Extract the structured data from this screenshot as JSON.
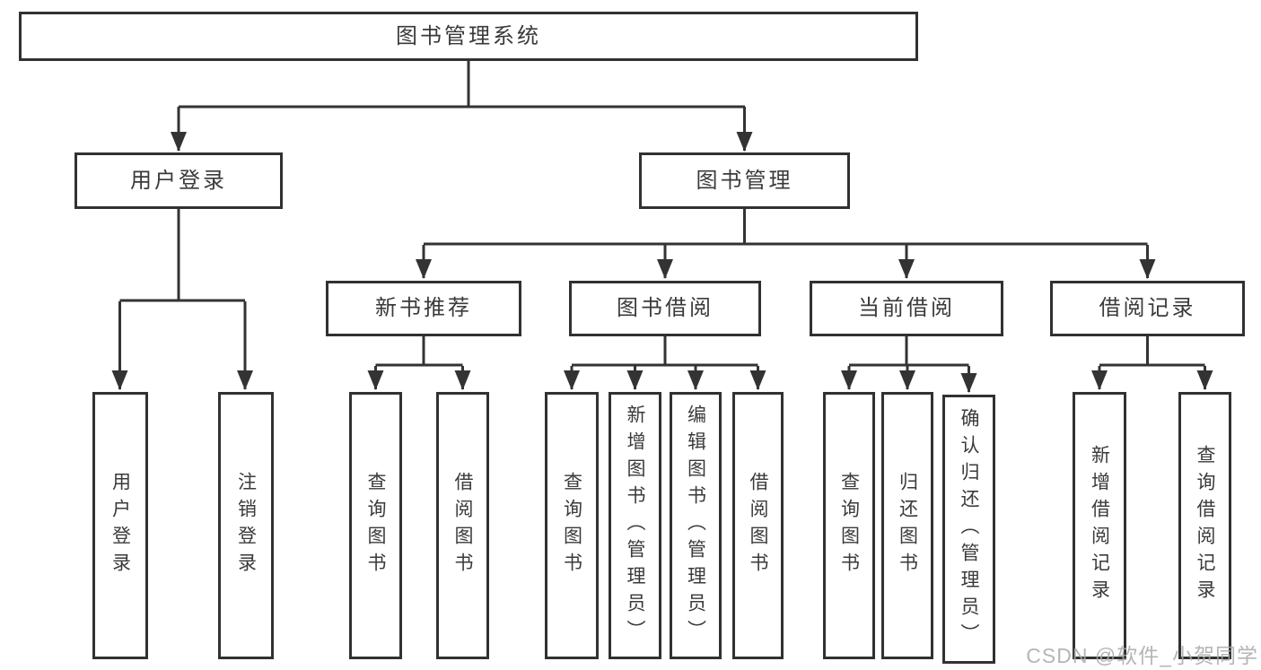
{
  "tree": {
    "label": "图书管理系统",
    "children": [
      {
        "label": "用户登录",
        "children": [
          {
            "label": "用户登录"
          },
          {
            "label": "注销登录"
          }
        ]
      },
      {
        "label": "图书管理",
        "children": [
          {
            "label": "新书推荐",
            "children": [
              {
                "label": "查询图书"
              },
              {
                "label": "借阅图书"
              }
            ]
          },
          {
            "label": "图书借阅",
            "children": [
              {
                "label": "查询图书"
              },
              {
                "label": "新增图书（管理员）"
              },
              {
                "label": "编辑图书（管理员）"
              },
              {
                "label": "借阅图书"
              }
            ]
          },
          {
            "label": "当前借阅",
            "children": [
              {
                "label": "查询图书"
              },
              {
                "label": "归还图书"
              },
              {
                "label": "确认归还（管理员）"
              }
            ]
          },
          {
            "label": "借阅记录",
            "children": [
              {
                "label": "新增借阅记录"
              },
              {
                "label": "查询借阅记录"
              }
            ]
          }
        ]
      }
    ]
  },
  "watermark": {
    "text": "CSDN @软件_小贺同学"
  },
  "colors": {
    "line": "#333333",
    "box_border": "#313131",
    "text": "#3a3a3a",
    "background": "#ffffff",
    "watermark": "#a8a8a8"
  }
}
